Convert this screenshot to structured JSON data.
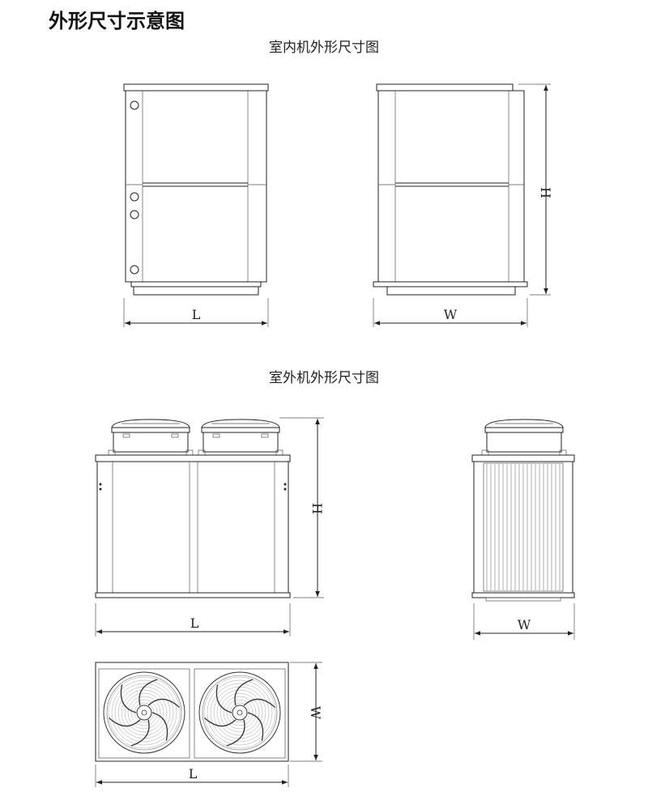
{
  "heading": "外形尺寸示意图",
  "indoor": {
    "caption": "室内机外形尺寸图",
    "front_width_label": "L",
    "side_width_label": "W",
    "height_label": "H"
  },
  "outdoor": {
    "caption": "室外机外形尺寸图",
    "front_width_label": "L",
    "height_label": "H",
    "side_width_label": "W",
    "top_width_label": "L",
    "top_depth_label": "W"
  }
}
